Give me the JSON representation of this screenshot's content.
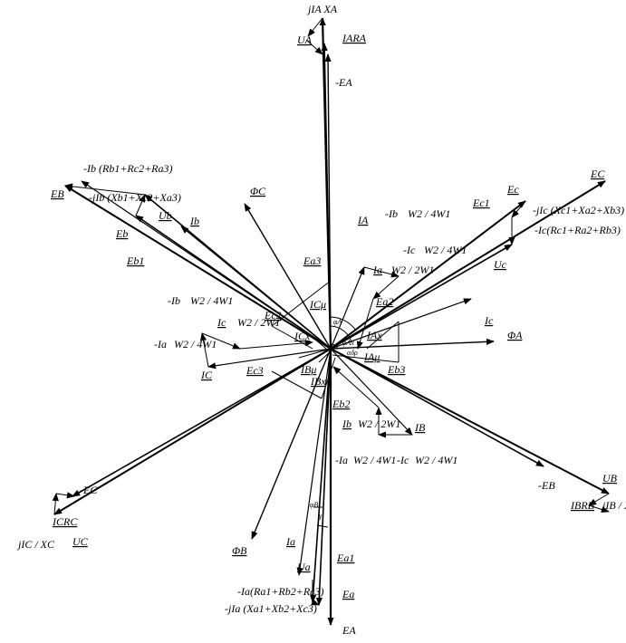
{
  "diagram": {
    "labels": {
      "jIAXA": "jIA XA",
      "UA": "UA",
      "IARA": "IARA",
      "mEA": "-EA",
      "mIbR": "-Ib (Rb1+Rc2+Ra3)",
      "mjIbX": "-jIb (Xb1+Xc2+Xa3)",
      "EB": "EB",
      "Ub": "Ub",
      "Ib": "Ib",
      "Eb": "Eb",
      "Eb1": "Eb1",
      "PhiC": "ΦC",
      "Ea3": "Ea3",
      "ICmu": "ICμ",
      "Ec2": "Ec2",
      "phiA": "φA",
      "phiAx": "φAx",
      "IA": "IA",
      "mIb_top": "-Ib",
      "W2_4W1_a": "W2 / 4W1",
      "mIc_top": "-Ic",
      "W2_4W1_b": "W2 / 4W1",
      "Ia_top": "Ia",
      "W2_2W1_a": "W2 / 2W1",
      "Ea2": "Ea2",
      "Ec1": "Ec1",
      "Ec": "Ec",
      "EC": "EC",
      "mjIcX": "-jIc (Xc1+Xa2+Xb3)",
      "mIcR": "-Ic(Rc1+Ra2+Rb3)",
      "Uc": "Uc",
      "Ic": "Ic",
      "IAx": "IAx",
      "PhiA": "ΦA",
      "alpha": "αδρ",
      "IAmu": "IAμ",
      "mIb_left": "-Ib",
      "W2_4W1_c": "W2 / 4W1",
      "Ic_left": "Ic",
      "W2_2W1_b": "W2 / 2W1",
      "mIa_left": "-Ia",
      "W2_4W1_d": "W2 / 4W1",
      "ICx": "ICx",
      "IC": "IC",
      "Ec3": "Ec3",
      "IBmu": "IBμ",
      "IBx": "IBx",
      "Eb2": "Eb2",
      "Eb3": "Eb3",
      "IB": "IB",
      "Ib_low": "Ib",
      "W2_2W1_c": "W2 / 2W1",
      "mIa_low": "-Ia",
      "W2_4W1_e": "W2 / 4W1",
      "mIc_low": "-Ic",
      "W2_4W1_f": "W2 / 4W1",
      "mEC": "-EC",
      "ICRC": "ICRC",
      "jIC_XC": "jIC / XC",
      "UC": "UC",
      "PhiB": "ΦB",
      "phiB": "φB",
      "gamma": "γ",
      "Ia_bot": "Ia",
      "Ua": "Ua",
      "Ea1": "Ea1",
      "mIaR": "-Ia(Ra1+Rb2+Rc3)",
      "Ea": "Ea",
      "mjIaX": "-jIa (Xa1+Xb2+Xc3)",
      "EA": "EA",
      "mEB": "-EB",
      "UB": "UB",
      "IBRB": "IBRB",
      "jIB_XB": "jIB / XB"
    }
  }
}
